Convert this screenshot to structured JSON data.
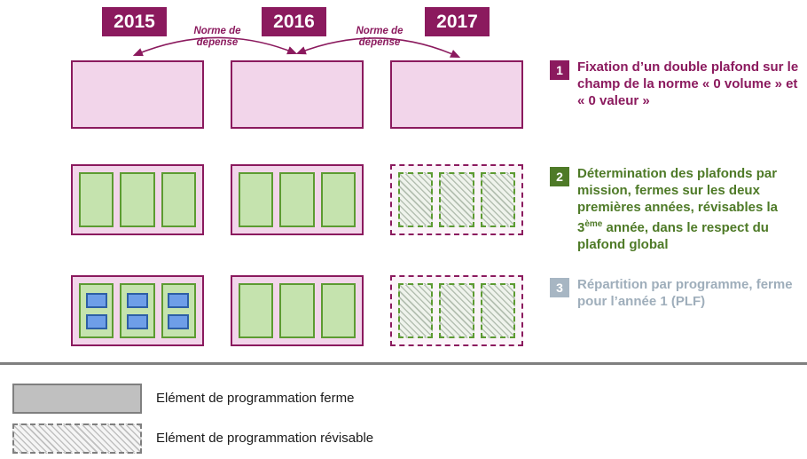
{
  "colors": {
    "magenta_dark": "#8B1A5E",
    "pink_fill": "#F2D5EA",
    "green_dark": "#4E7A27",
    "green_border": "#5C9B31",
    "green_fill": "#C5E3AE",
    "blue_fill": "#6E9EE8",
    "blue_border": "#2D5FA6",
    "gray_badge": "#A7B6C3",
    "legend_gray_fill": "#C0C0C0"
  },
  "years": [
    {
      "label": "2015"
    },
    {
      "label": "2016"
    },
    {
      "label": "2017"
    }
  ],
  "arrows": [
    {
      "line1": "Norme de",
      "line2": "dépense"
    },
    {
      "line1": "Norme de",
      "line2": "dépense"
    }
  ],
  "annotations": [
    {
      "number": "1",
      "text": "Fixation d’un double plafond sur le champ de la norme « 0 volume » et « 0 valeur »"
    },
    {
      "number": "2",
      "text_before": "Détermination des plafonds par mission, fermes sur les deux premières années, révisables la 3",
      "sup": "ème",
      "text_after": " année, dans le respect du plafond global"
    },
    {
      "number": "3",
      "text": "Répartition par programme, ferme pour l’année 1 (PLF)"
    }
  ],
  "legend": [
    {
      "label": "Elément de programmation ferme"
    },
    {
      "label": "Elément de programmation révisable"
    }
  ]
}
